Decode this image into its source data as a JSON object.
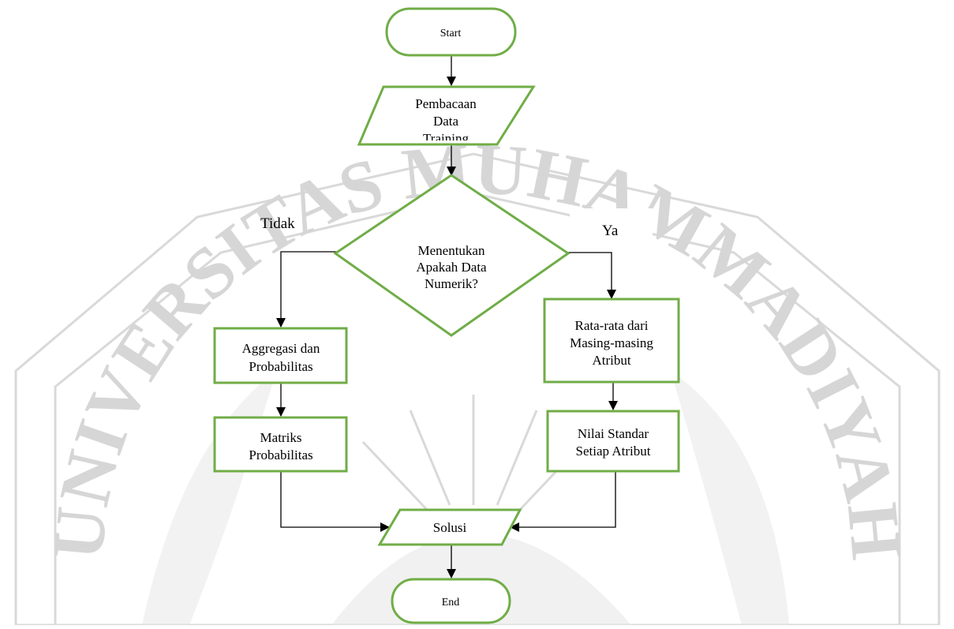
{
  "diagram": {
    "nodes": {
      "start": {
        "lines": [
          "Start"
        ]
      },
      "read": {
        "lines": [
          "Pembacaan",
          "Data",
          "Training"
        ]
      },
      "decision": {
        "lines": [
          "Menentukan",
          "Apakah Data",
          "Numerik?"
        ]
      },
      "aggregate": {
        "lines": [
          "Aggregasi dan",
          "Probabilitas"
        ]
      },
      "matrix": {
        "lines": [
          "Matriks",
          "Probabilitas"
        ]
      },
      "mean": {
        "lines": [
          "Rata-rata dari",
          "Masing-masing",
          "Atribut"
        ]
      },
      "std": {
        "lines": [
          "Nilai Standar",
          "Setiap Atribut"
        ]
      },
      "solution": {
        "lines": [
          "Solusi"
        ]
      },
      "end": {
        "lines": [
          "End"
        ]
      }
    },
    "branches": {
      "no": "Tidak",
      "yes": "Ya"
    },
    "watermark": {
      "text": "UNIVERSITAS MUHAMMADIYAH"
    },
    "colors": {
      "node_border": "#70ad47",
      "edge": "#000000",
      "watermark": "#d9d9d9"
    }
  }
}
